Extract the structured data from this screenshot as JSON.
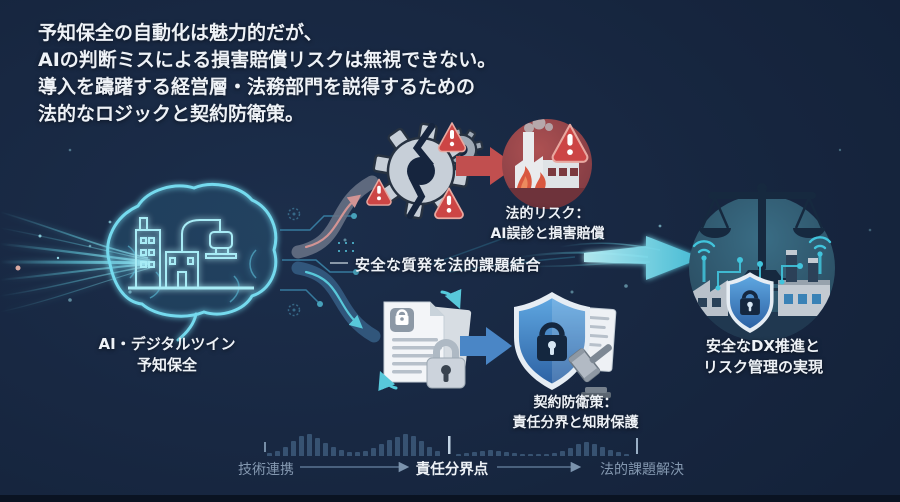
{
  "colors": {
    "background": "#162740",
    "bottom_strip": "#0a1322",
    "accent_cyan": "#67d8ea",
    "accent_red": "#cb4e4e",
    "accent_blue": "#4a86c6",
    "text_primary": "#eef2f7",
    "text_muted": "#8498b0",
    "histogram_bar": "#3d5b7a"
  },
  "title": {
    "lines": [
      "予知保全の自動化は魅力的だが、",
      "AIの判断ミスによる損害賠償リスクは無視できない。",
      "導入を躊躇する経営層・法務部門を説得するための",
      "法的なロジックと契約防衛策。"
    ]
  },
  "nodes": {
    "source": {
      "line1": "AI・デジタルツイン",
      "line2": "予知保全"
    },
    "risk": {
      "line1": "法的リスク：",
      "line2": "AI誤診と損害賠償"
    },
    "defense": {
      "line1": "契約防衛策：",
      "line2": "責任分界と知財保護"
    },
    "outcome": {
      "line1": "安全なDX推進と",
      "line2": "リスク管理の実現"
    }
  },
  "flow_caption": "安全な質発を法的課題結合",
  "icons": {
    "source": "brain-factory-icon",
    "risk_path": [
      "broken-gear-icon",
      "warning-triangle-icon",
      "burning-factory-icon"
    ],
    "defense_path": [
      "locked-document-icon",
      "padlock-icon",
      "shield-lock-icon",
      "gavel-icon"
    ],
    "outcome": [
      "scales-of-justice-icon",
      "shield-lock-icon",
      "smart-factory-icon"
    ]
  },
  "timeline": {
    "stages": [
      {
        "label": "技術連携",
        "emphasis": false
      },
      {
        "label": "責任分界点",
        "emphasis": true
      },
      {
        "label": "法的課題解決",
        "emphasis": false
      }
    ],
    "histogram_left": [
      3,
      5,
      9,
      15,
      20,
      22,
      18,
      13,
      9,
      6,
      4,
      4,
      5,
      8,
      12,
      16,
      19,
      22,
      20,
      15,
      9,
      5
    ],
    "histogram_right": [
      2,
      3,
      4,
      5,
      6,
      5,
      4,
      3,
      2,
      2,
      2,
      2,
      3,
      5,
      8,
      12,
      14,
      12,
      9,
      6,
      4,
      2
    ]
  }
}
